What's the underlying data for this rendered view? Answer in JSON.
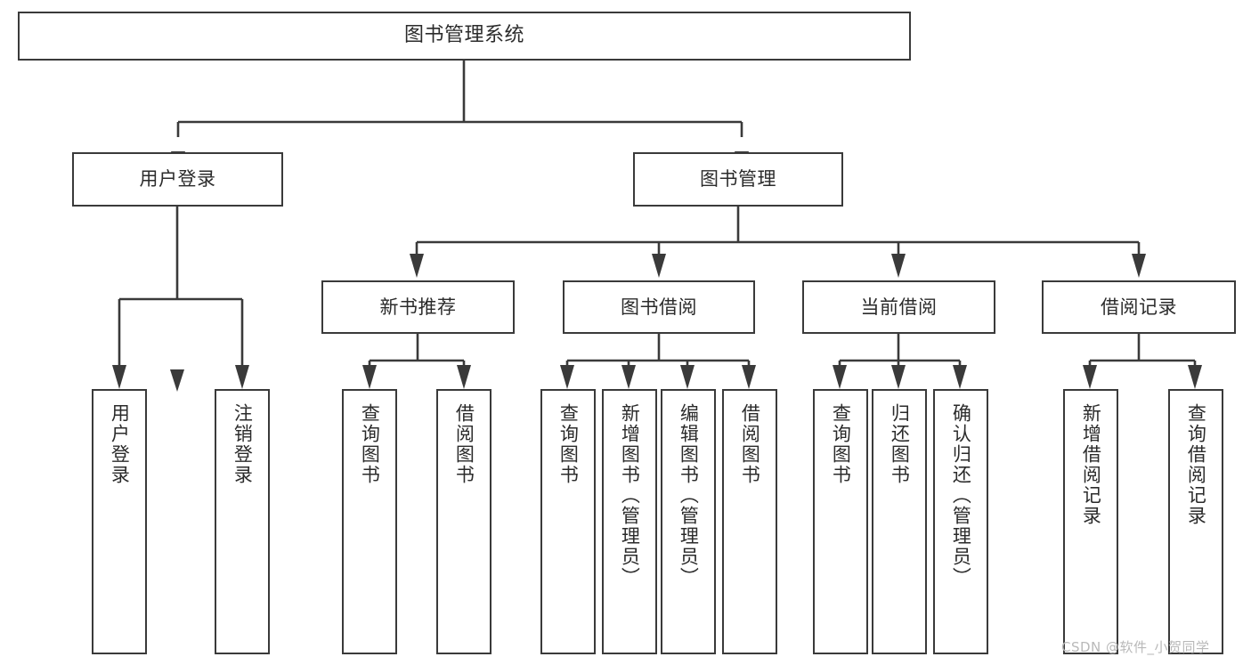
{
  "diagram": {
    "title": "图书管理系统",
    "watermark": "CSDN @软件_小贺同学",
    "nodes": {
      "root": "图书管理系统",
      "user_login": "用户登录",
      "book_manage": "图书管理",
      "new_book_rec": "新书推荐",
      "book_borrow": "图书借阅",
      "current_borrow": "当前借阅",
      "borrow_record": "借阅记录",
      "login_user": "用户登录",
      "logout_user": "注销登录",
      "rec_query_book": "查询图书",
      "rec_borrow_book": "借阅图书",
      "borrow_query_book": "查询图书",
      "borrow_add_book": "新增图书（管理员）",
      "borrow_edit_book": "编辑图书（管理员）",
      "borrow_borrow_book": "借阅图书",
      "cur_query_book": "查询图书",
      "cur_return_book": "归还图书",
      "cur_confirm_return": "确认归还（管理员）",
      "rec_add_record": "新增借阅记录",
      "rec_query_record": "查询借阅记录"
    },
    "colors": {
      "stroke": "#3a3a3a",
      "fill": "#ffffff",
      "text": "#2b2b2b",
      "watermark": "#b9b9b9"
    }
  }
}
